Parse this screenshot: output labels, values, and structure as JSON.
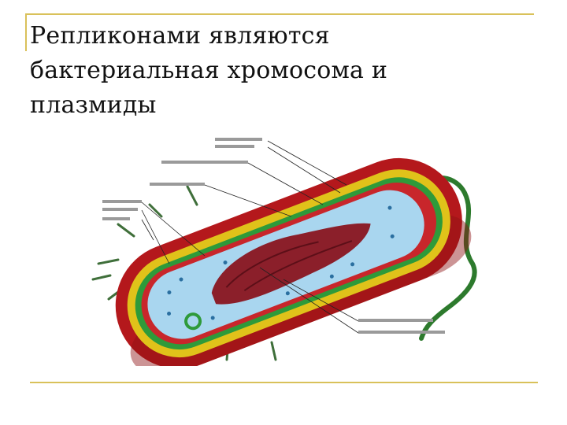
{
  "slide": {
    "title_lines": [
      "Репликонами являются",
      "бактериальная хромосома и",
      "плазмиды"
    ]
  },
  "figure": {
    "colors": {
      "capsule": "#b4181c",
      "cell_wall": "#e0c21a",
      "membrane": "#2e9a3a",
      "cytoplasm": "#a9d6ef",
      "nucleoid": "#8b1f2a",
      "flagellum": "#2d7a2d",
      "pili": "#3f6f3a"
    }
  }
}
